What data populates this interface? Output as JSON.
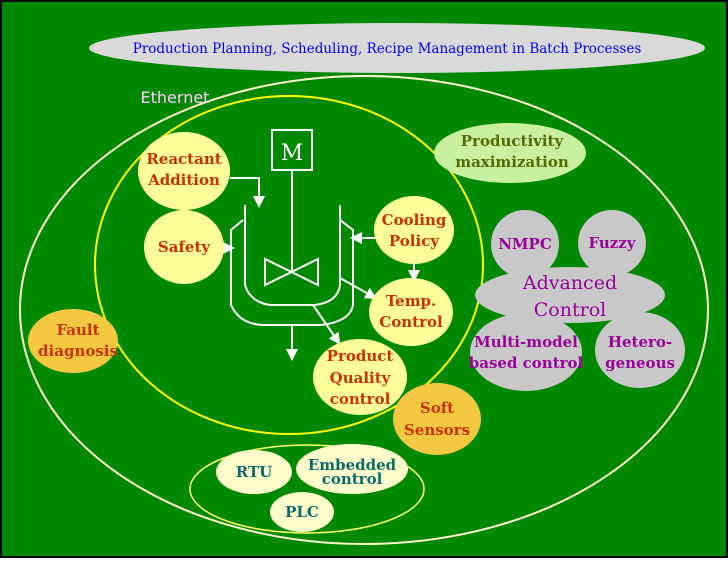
{
  "colors": {
    "background": "#008800",
    "node_yellow": "#ffff99",
    "node_orange": "#f5c842",
    "node_grey": "#c8c8c8",
    "node_green": "#c8f0a0",
    "text_red": "#c83200",
    "text_purple": "#990099"
  },
  "top_banner": "Production Planning, Scheduling, Recipe Management in Batch Processes",
  "network_label": "Ethernet",
  "motor_label": "M",
  "nodes": {
    "reactant": [
      "Reactant",
      "Addition"
    ],
    "safety": "Safety",
    "cooling": [
      "Cooling",
      "Policy"
    ],
    "temp": [
      "Temp.",
      "Control"
    ],
    "quality": [
      "Product",
      "Quality",
      "control"
    ],
    "soft": [
      "Soft",
      "Sensors"
    ],
    "fault": [
      "Fault",
      "diagnosis"
    ],
    "productivity": [
      "Productivity",
      "maximization"
    ],
    "nmpc": "NMPC",
    "fuzzy": "Fuzzy",
    "advanced": [
      "Advanced",
      "Control"
    ],
    "multimodel": [
      "Multi-model",
      "based control"
    ],
    "hetero": [
      "Hetero-",
      "geneous"
    ],
    "rtu": "RTU",
    "embedded": [
      "Embedded",
      "control"
    ],
    "plc": "PLC"
  }
}
